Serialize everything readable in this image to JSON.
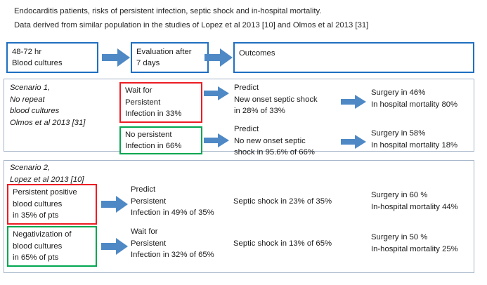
{
  "caption": {
    "line1": "Endocarditis patients, risks of persistent infection, septic shock and in-hospital mortality.",
    "line2": "Data derived from similar population in the studies of Lopez et al 2013 [10] and Olmos et al 2013 [31]"
  },
  "colors": {
    "blue_border": "#1F6FC0",
    "arrow_blue": "#4E89C5",
    "red_border": "#ED1C24",
    "green_border": "#00A650",
    "panel_border": "#A6B6C9"
  },
  "flow_top": {
    "step1": {
      "line1": "48-72 hr",
      "line2": "Blood cultures"
    },
    "step2": {
      "line1": "Evaluation after",
      "line2": "7 days"
    },
    "step3": {
      "line1": "Outcomes"
    }
  },
  "scenario1": {
    "label": {
      "line1": "Scenario 1,",
      "line2": "No repeat",
      "line3": "blood cultures",
      "line4": "Olmos  et al 2013 [31]"
    },
    "branch_a": {
      "box": {
        "line1": "Wait for",
        "line2": "Persistent",
        "line3": "Infection in 33%"
      },
      "predict": {
        "line1": "Predict",
        "line2": "New onset septic shock",
        "line3": "in 28% of 33%"
      },
      "outcome": {
        "line1": "Surgery in 46%",
        "line2": "In hospital mortality 80%"
      }
    },
    "branch_b": {
      "box": {
        "line1": "No persistent",
        "line2": "Infection in 66%"
      },
      "predict": {
        "line1": "Predict",
        "line2": "No new onset septic",
        "line3": "shock in 95.6% of 66%"
      },
      "outcome": {
        "line1": "Surgery in 58%",
        "line2": "In hospital mortality 18%"
      }
    }
  },
  "scenario2": {
    "label": {
      "line1": "Scenario 2,",
      "line2": "Lopez et al 2013 [10]"
    },
    "branch_a": {
      "box": {
        "line1": "Persistent positive",
        "line2": "blood cultures",
        "line3": "in 35% of pts"
      },
      "predict": {
        "line1": "Predict",
        "line2": "Persistent",
        "line3": "Infection in 49% of 35%"
      },
      "shock": "Septic shock in 23% of 35%",
      "outcome": {
        "line1": "Surgery in 60 %",
        "line2": "In-hospital mortality 44%"
      }
    },
    "branch_b": {
      "box": {
        "line1": "Negativization of",
        "line2": "blood cultures",
        "line3": "in 65% of pts"
      },
      "predict": {
        "line1": "Wait for",
        "line2": "Persistent",
        "line3": "Infection in 32% of 65%"
      },
      "shock": "Septic shock in 13% of 65%",
      "outcome": {
        "line1": "Surgery in 50 %",
        "line2": "In-hospital mortality 25%"
      }
    }
  }
}
